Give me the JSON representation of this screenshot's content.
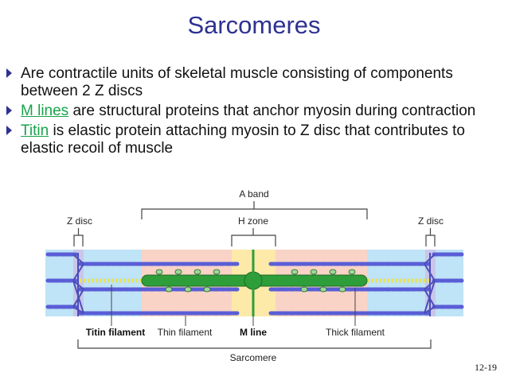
{
  "slide": {
    "title": "Sarcomeres",
    "number": "12-19"
  },
  "bullets": [
    {
      "text": "Are contractile units of skeletal muscle consisting of components between 2 Z discs"
    },
    {
      "link": "M lines",
      "text": " are structural proteins that anchor myosin during contraction"
    },
    {
      "link": "Titin",
      "text": " is elastic protein attaching myosin to Z disc that contributes to elastic recoil of muscle"
    }
  ],
  "diagram": {
    "labels": {
      "a_band": "A band",
      "z_disc_left": "Z disc",
      "h_zone": "H zone",
      "z_disc_right": "Z disc",
      "titin_filament": "Titin filament",
      "thin_filament": "Thin filament",
      "m_line": "M line",
      "thick_filament": "Thick filament",
      "sarcomere": "Sarcomere"
    },
    "colors": {
      "title": "#2e3192",
      "link": "#17a34a",
      "i_band": "#bfe3f7",
      "a_band": "#f9d3c6",
      "h_zone": "#fde9a8",
      "thick_filament": "#2e9e3a",
      "thin_filament": "#5a5ed6",
      "titin": "#e6e35a",
      "z_disc": "#7a7fc8"
    }
  }
}
